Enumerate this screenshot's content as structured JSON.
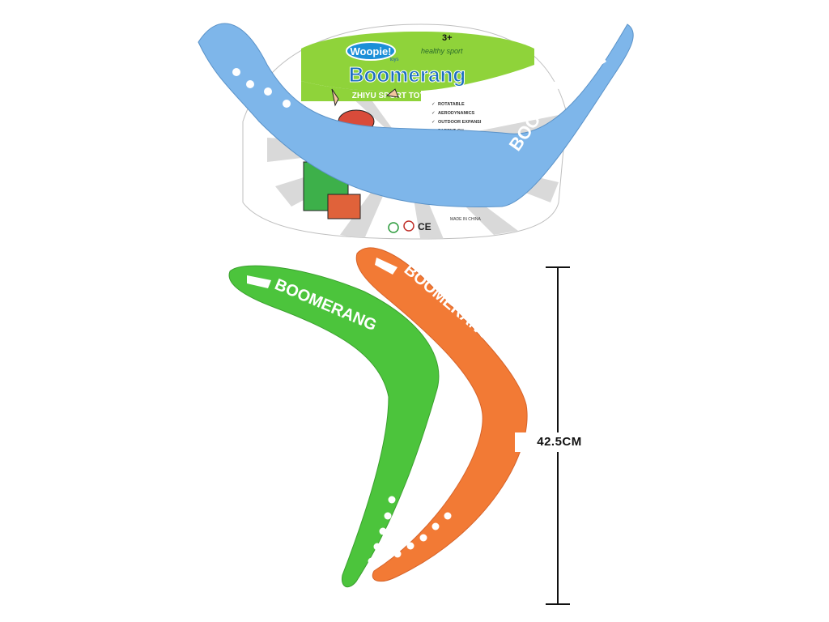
{
  "package": {
    "brand": "Woopie!",
    "brand_sub": "toys",
    "script_tagline": "healthy sport",
    "age": "3+",
    "title": "Boomerang",
    "series": "ZHIYU SPORT TOYS SERIES",
    "features": [
      "ROTATABLE",
      "AERODYNAMICS",
      "OUTDOOR EXPANSI",
      "PARENT-CH"
    ],
    "ce_mark": "CE",
    "origin": "MADE IN CHINA"
  },
  "boomerangs": [
    {
      "name": "blue-boomerang",
      "color": "#7EB6EA",
      "text": "BOOMERANG"
    },
    {
      "name": "green-boomerang",
      "color": "#4CC43C",
      "text": "BOOMERANG"
    },
    {
      "name": "orange-boomerang",
      "color": "#F27A35",
      "text": "BOOMERANG"
    }
  ],
  "dimension": {
    "label": "42.5CM"
  },
  "colors": {
    "card_green": "#8FD33A",
    "blue": "#7EB6EA",
    "green": "#4CC43C",
    "orange": "#F27A35"
  }
}
